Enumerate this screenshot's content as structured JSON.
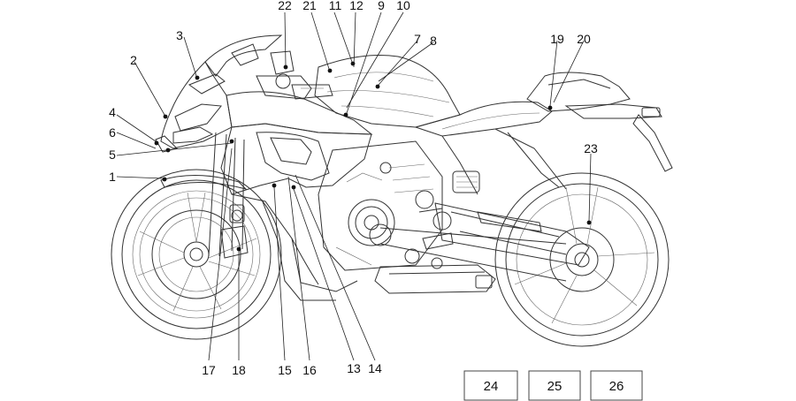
{
  "callouts": [
    {
      "id": "22",
      "label": "22"
    },
    {
      "id": "21",
      "label": "21"
    },
    {
      "id": "11",
      "label": "11"
    },
    {
      "id": "12",
      "label": "12"
    },
    {
      "id": "9",
      "label": "9"
    },
    {
      "id": "10",
      "label": "10"
    },
    {
      "id": "3",
      "label": "3"
    },
    {
      "id": "7",
      "label": "7"
    },
    {
      "id": "8",
      "label": "8"
    },
    {
      "id": "19",
      "label": "19"
    },
    {
      "id": "20",
      "label": "20"
    },
    {
      "id": "2",
      "label": "2"
    },
    {
      "id": "4",
      "label": "4"
    },
    {
      "id": "6",
      "label": "6"
    },
    {
      "id": "5",
      "label": "5"
    },
    {
      "id": "1",
      "label": "1"
    },
    {
      "id": "23",
      "label": "23"
    },
    {
      "id": "17",
      "label": "17"
    },
    {
      "id": "18",
      "label": "18"
    },
    {
      "id": "15",
      "label": "15"
    },
    {
      "id": "16",
      "label": "16"
    },
    {
      "id": "13",
      "label": "13"
    },
    {
      "id": "14",
      "label": "14"
    }
  ],
  "kit_boxes": [
    {
      "id": "24",
      "label": "24"
    },
    {
      "id": "25",
      "label": "25"
    },
    {
      "id": "26",
      "label": "26"
    }
  ]
}
